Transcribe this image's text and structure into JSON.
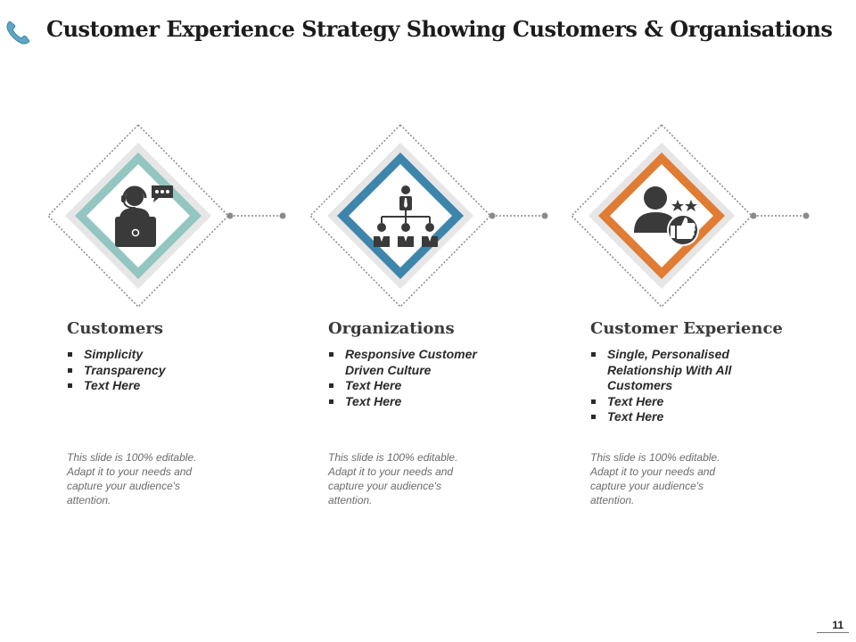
{
  "slide": {
    "title": "Customer Experience Strategy Showing Customers & Organisations",
    "page_number": "11"
  },
  "colors": {
    "customers": "#94c6c1",
    "organizations": "#3d85ab",
    "customer_experience": "#e07c33",
    "icon": "#3a3a3a",
    "header_icon": "#5ea6c4"
  },
  "columns": [
    {
      "title": "Customers",
      "icon": "support-agent-laptop-icon",
      "bullets": [
        "Simplicity",
        "Transparency",
        "Text Here"
      ],
      "note": "This slide is 100% editable. Adapt it to your needs and capture your audience's attention."
    },
    {
      "title": "Organizations",
      "icon": "org-chart-icon",
      "bullets": [
        "Responsive Customer Driven Culture",
        "Text Here",
        "Text Here"
      ],
      "note": "This slide is 100% editable. Adapt it to your needs and capture your audience's attention."
    },
    {
      "title": "Customer Experience",
      "icon": "customer-rating-thumbs-up-icon",
      "bullets": [
        "Single, Personalised Relationship With All Customers",
        "Text Here",
        "Text Here"
      ],
      "note": "This slide is 100% editable. Adapt it to your needs and capture your audience's attention."
    }
  ]
}
